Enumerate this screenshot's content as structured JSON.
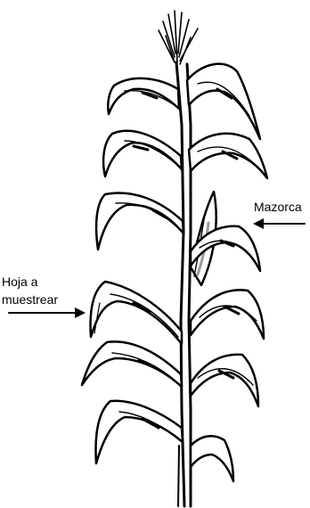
{
  "labels": {
    "mazorca": "Mazorca",
    "hoja_line1": "Hoja a",
    "hoja_line2": "muestrear"
  },
  "colors": {
    "ink": "#000000",
    "leaf_fill": "#ffffff",
    "shade": "#9a9a9a"
  }
}
